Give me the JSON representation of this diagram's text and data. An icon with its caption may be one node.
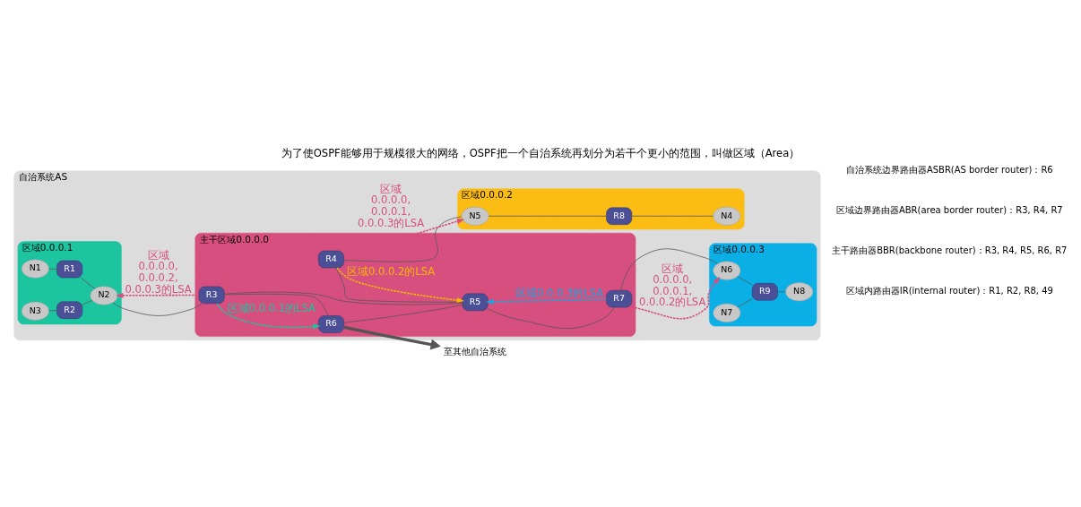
{
  "diagram": {
    "title": "为了使OSPF能够用于规模很大的网络，OSPF把一个自治系统再划分为若干个更小的范围，叫做区域（Area）",
    "nodes": [
      {
        "text": [
          "自治系统AS"
        ]
      },
      {
        "text": [
          "区域0.0.0.1"
        ],
        "in": 0
      },
      {
        "text": [
          "R1"
        ],
        "in": 1
      },
      {
        "text": [
          "N1"
        ],
        "in": 1
      },
      {
        "text": [
          "N2"
        ],
        "in": 1
      },
      {
        "text": [
          "R2"
        ],
        "in": 1
      },
      {
        "text": [
          "N3"
        ],
        "in": 1
      },
      {
        "text": [
          "主干区域0.0.0.0"
        ],
        "in": 0
      },
      {
        "text": [
          "R3"
        ],
        "in": 7
      },
      {
        "text": [
          "R6"
        ],
        "in": 7
      },
      {
        "text": [
          "R5"
        ],
        "in": 7
      },
      {
        "text": [
          "R4"
        ],
        "in": 7
      },
      {
        "text": [
          "区域0.0.0.2"
        ],
        "in": 0
      },
      {
        "text": [
          "N4"
        ],
        "in": 12
      },
      {
        "text": [
          "R8"
        ],
        "in": 12
      },
      {
        "text": [
          "N5"
        ],
        "in": 12
      },
      {
        "text": [
          "R7"
        ],
        "in": 7
      },
      {
        "text": [
          "区域0.0.0.3"
        ],
        "in": 0
      },
      {
        "text": [
          "N6"
        ],
        "in": 17
      },
      {
        "text": [
          "N7"
        ],
        "in": 17
      },
      {
        "text": [
          "R9"
        ],
        "in": 17
      },
      {
        "text": [
          "N8"
        ],
        "in": 17
      },
      {
        "text": [
          "至其他自治系统"
        ]
      }
    ],
    "edges": [
      {
        "from": 3,
        "to": 2,
        "arrow": "none"
      },
      {
        "from": 2,
        "to": 4,
        "arrow": "none"
      },
      {
        "from": 4,
        "to": 5,
        "arrow": "none"
      },
      {
        "from": 5,
        "to": 6,
        "arrow": "none"
      },
      {
        "from": 4,
        "to": 8,
        "arrow": "none"
      },
      {
        "from": 8,
        "to": 9,
        "arrow": "none"
      },
      {
        "from": 8,
        "to": 10,
        "arrow": "none"
      },
      {
        "from": 9,
        "to": 10,
        "arrow": "none"
      },
      {
        "from": 11,
        "to": 10,
        "arrow": "none"
      },
      {
        "from": 10,
        "to": 16,
        "arrow": "none"
      },
      {
        "from": 9,
        "to": 22,
        "arrow": "to",
        "style": "thick"
      },
      {
        "from": 11,
        "to": 15,
        "arrow": "none"
      },
      {
        "from": 15,
        "to": 14,
        "arrow": "none"
      },
      {
        "from": 13,
        "to": 14,
        "arrow": "none"
      },
      {
        "from": 16,
        "to": 18,
        "arrow": "none"
      },
      {
        "from": 18,
        "to": 20,
        "arrow": "none"
      },
      {
        "from": 19,
        "to": 20,
        "arrow": "none"
      },
      {
        "from": 20,
        "to": 21,
        "arrow": "none"
      },
      {
        "from": 8,
        "to": 9,
        "arrow": "to",
        "style": "dashed",
        "color": "#1cc4a0",
        "label": "区域0.0.0.1的LSA"
      },
      {
        "from": 11,
        "to": 10,
        "arrow": "to",
        "style": "dashed",
        "color": "#f5b800",
        "label": "区域0.0.0.2的LSA"
      },
      {
        "from": 16,
        "to": 10,
        "arrow": "to",
        "style": "dashed",
        "color": "#14a8e0",
        "label": "区域0.0.0.3的LSA"
      },
      {
        "from": 8,
        "to": 4,
        "arrow": "to",
        "style": "dashed",
        "color": "#d64f7e",
        "label": "区域 0.0.0.0, 0.0.0.2, 0.0.0.3的LSA"
      },
      {
        "from": 11,
        "to": 15,
        "arrow": "to",
        "style": "dashed",
        "color": "#d64f7e",
        "label": "区域 0.0.0.0, 0.0.0.1, 0.0.0.3的LSA"
      },
      {
        "from": 16,
        "to": 18,
        "arrow": "to",
        "style": "dashed",
        "color": "#d64f7e",
        "label": "区域 0.0.0.0, 0.0.0.1, 0.0.0.2的LSA"
      }
    ],
    "labels": [
      "区域内路由器IR(internal router)：R1, R2, R8, 49",
      "主干路由器BBR(backbone router)：R3, R4, R5, R6, R7",
      "区域边界路由器ABR(area border router)：R3, R4, R7",
      "自治系统边界路由器ASBR(AS border router)：R6"
    ]
  }
}
